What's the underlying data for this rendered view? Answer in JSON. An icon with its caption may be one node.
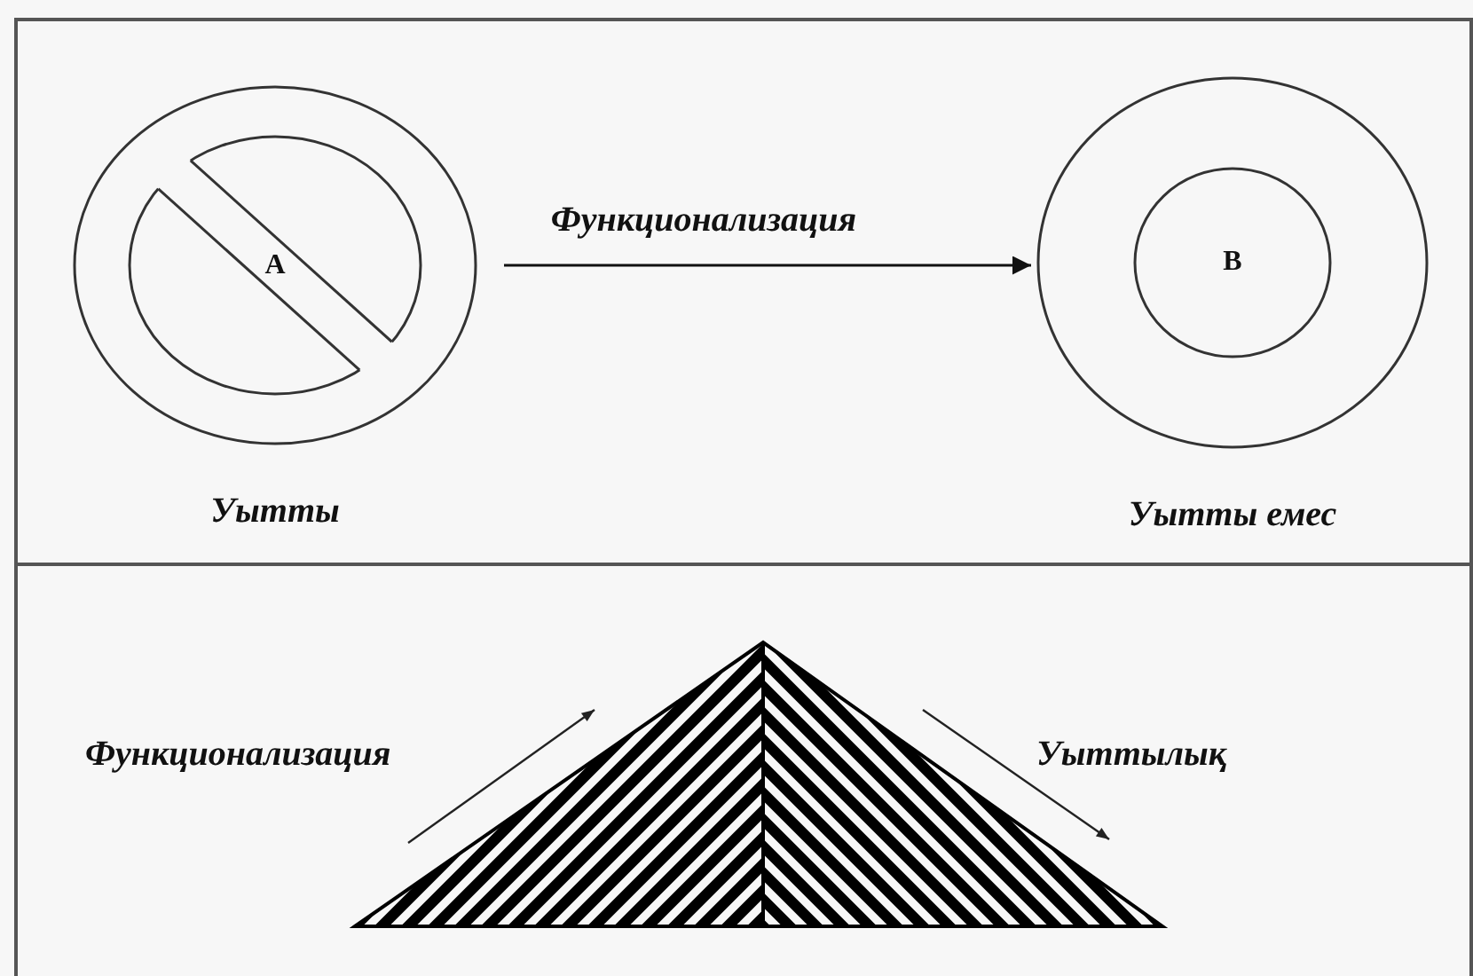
{
  "diagram": {
    "nodes": [
      {
        "text": [],
        "shape": "box"
      },
      {
        "text": [
          "A"
        ],
        "in": 0,
        "beside": [
          "Уытты"
        ]
      },
      {
        "text": [
          "B"
        ],
        "in": 0,
        "beside": [
          "Уытты емес"
        ]
      },
      {
        "text": [],
        "shape": "box"
      }
    ],
    "edges": [
      {
        "from": 1,
        "to": 2,
        "arrow": "to",
        "label": "Функционализация"
      }
    ],
    "labels": [
      "Функционализация",
      "Уыттылық"
    ]
  }
}
